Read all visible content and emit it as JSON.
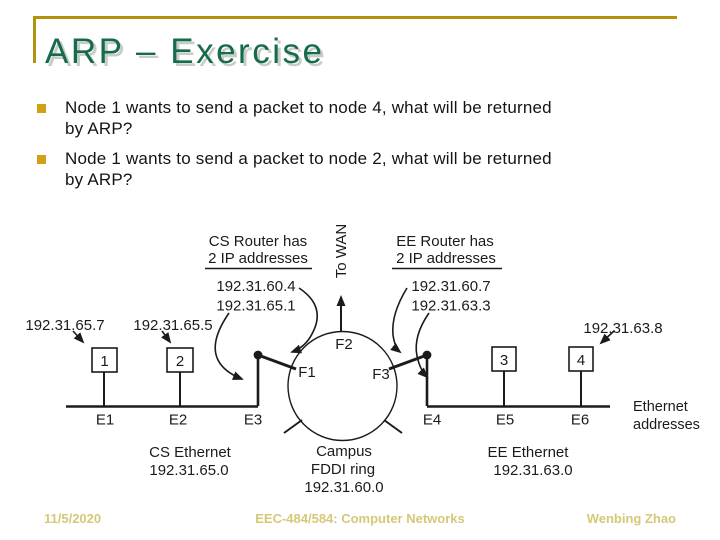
{
  "slide": {
    "title": "ARP – Exercise",
    "bullets": [
      {
        "line1": "Node 1 wants to send a packet to node 4, what will be returned",
        "line2": "by ARP?"
      },
      {
        "line1": "Node 1 wants to send a packet to node 2, what will be returned",
        "line2": "by ARP?"
      }
    ],
    "footer": {
      "date": "11/5/2020",
      "course": "EEC-484/584: Computer Networks",
      "author": "Wenbing Zhao"
    }
  },
  "colors": {
    "title_green": "#166b4a",
    "gold_rule": "#b2920e",
    "bullet_gold": "#d2a014",
    "footer_gold": "#d5c878",
    "diagram_ink": "#1b1b1b"
  },
  "diagram": {
    "cs_router": {
      "line1": "CS Router has",
      "line2": "2 IP addresses",
      "ip_fddi": "192.31.60.4",
      "ip_eth": "192.31.65.1"
    },
    "ee_router": {
      "line1": "EE Router has",
      "line2": "2 IP addresses",
      "ip_fddi": "192.31.60.7",
      "ip_eth": "192.31.63.3"
    },
    "to_wan": "To WAN",
    "node_ips": {
      "node1": "192.31.65.7",
      "node2": "192.31.65.5",
      "node4": "192.31.63.8"
    },
    "nodes": {
      "n1": "1",
      "n2": "2",
      "n3": "3",
      "n4": "4"
    },
    "fddi_ports": {
      "f1": "F1",
      "f2": "F2",
      "f3": "F3"
    },
    "eth_ports": {
      "e1": "E1",
      "e2": "E2",
      "e3": "E3",
      "e4": "E4",
      "e5": "E5",
      "e6": "E6"
    },
    "eth_addresses_label": {
      "line1": "Ethernet",
      "line2": "addresses"
    },
    "cs_ethernet": {
      "line1": "CS Ethernet",
      "line2": "192.31.65.0"
    },
    "campus_fddi": {
      "line1": "Campus",
      "line2": "FDDI ring",
      "line3": "192.31.60.0"
    },
    "ee_ethernet": {
      "line1": "EE Ethernet",
      "line2": "192.31.63.0"
    }
  }
}
